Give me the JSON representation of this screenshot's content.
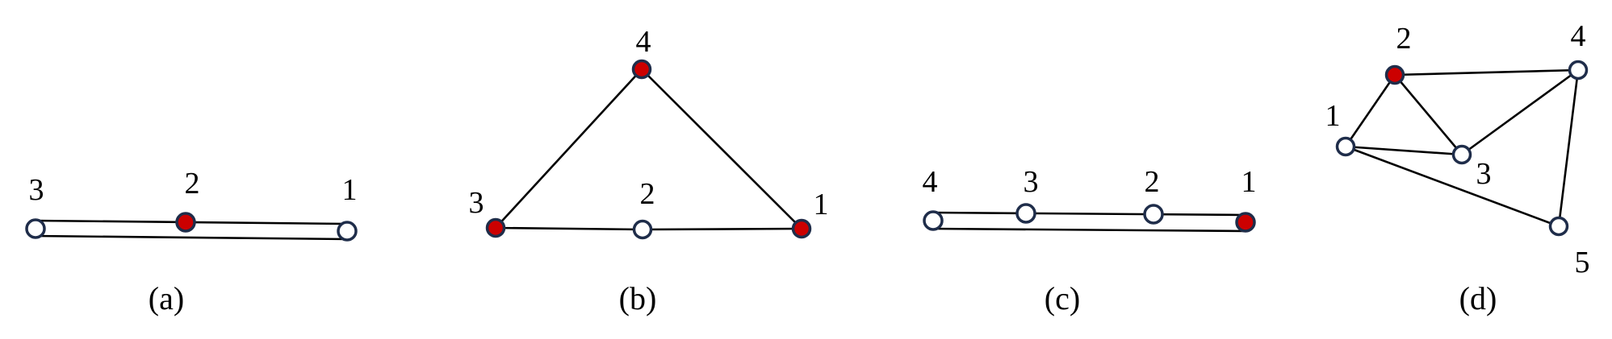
{
  "colors": {
    "highlighted_node": "#cc0000",
    "plain_node": "#ffffff",
    "node_outline": "#1f2d4a",
    "edge": "#000000"
  },
  "panels": [
    {
      "caption": "(a)",
      "nodes": [
        {
          "label": "3",
          "highlighted": false
        },
        {
          "label": "2",
          "highlighted": true
        },
        {
          "label": "1",
          "highlighted": false
        }
      ]
    },
    {
      "caption": "(b)",
      "nodes": [
        {
          "label": "4",
          "highlighted": true
        },
        {
          "label": "3",
          "highlighted": true
        },
        {
          "label": "2",
          "highlighted": false
        },
        {
          "label": "1",
          "highlighted": true
        }
      ]
    },
    {
      "caption": "(c)",
      "nodes": [
        {
          "label": "4",
          "highlighted": false
        },
        {
          "label": "3",
          "highlighted": false
        },
        {
          "label": "2",
          "highlighted": false
        },
        {
          "label": "1",
          "highlighted": true
        }
      ]
    },
    {
      "caption": "(d)",
      "nodes": [
        {
          "label": "1",
          "highlighted": false
        },
        {
          "label": "2",
          "highlighted": true
        },
        {
          "label": "3",
          "highlighted": false
        },
        {
          "label": "4",
          "highlighted": false
        },
        {
          "label": "5",
          "highlighted": false
        }
      ]
    }
  ]
}
